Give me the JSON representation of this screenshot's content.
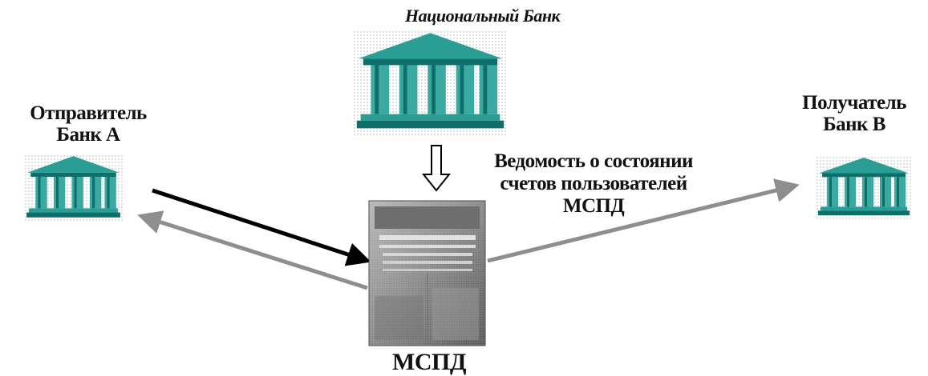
{
  "national_bank": {
    "title": "Национальный Банк"
  },
  "sender": {
    "line1": "Отправитель",
    "line2": "Банк А"
  },
  "receiver": {
    "line1": "Получатель",
    "line2": "Банк В"
  },
  "statement": {
    "line1": "Ведомость  о состоянии",
    "line2": "счетов пользователей",
    "line3": "МСПД"
  },
  "system_label": "МСПД",
  "colors": {
    "bank_roof": "#2a9d95",
    "bank_column": "#3aa9a2",
    "bank_dark": "#0e6e6a",
    "arrow_send": "#000000",
    "arrow_return": "#8e8e8e",
    "server_body": "#8a8a8a"
  },
  "icons": [
    "bank-building-icon",
    "server-rack-icon",
    "down-arrow-icon"
  ]
}
